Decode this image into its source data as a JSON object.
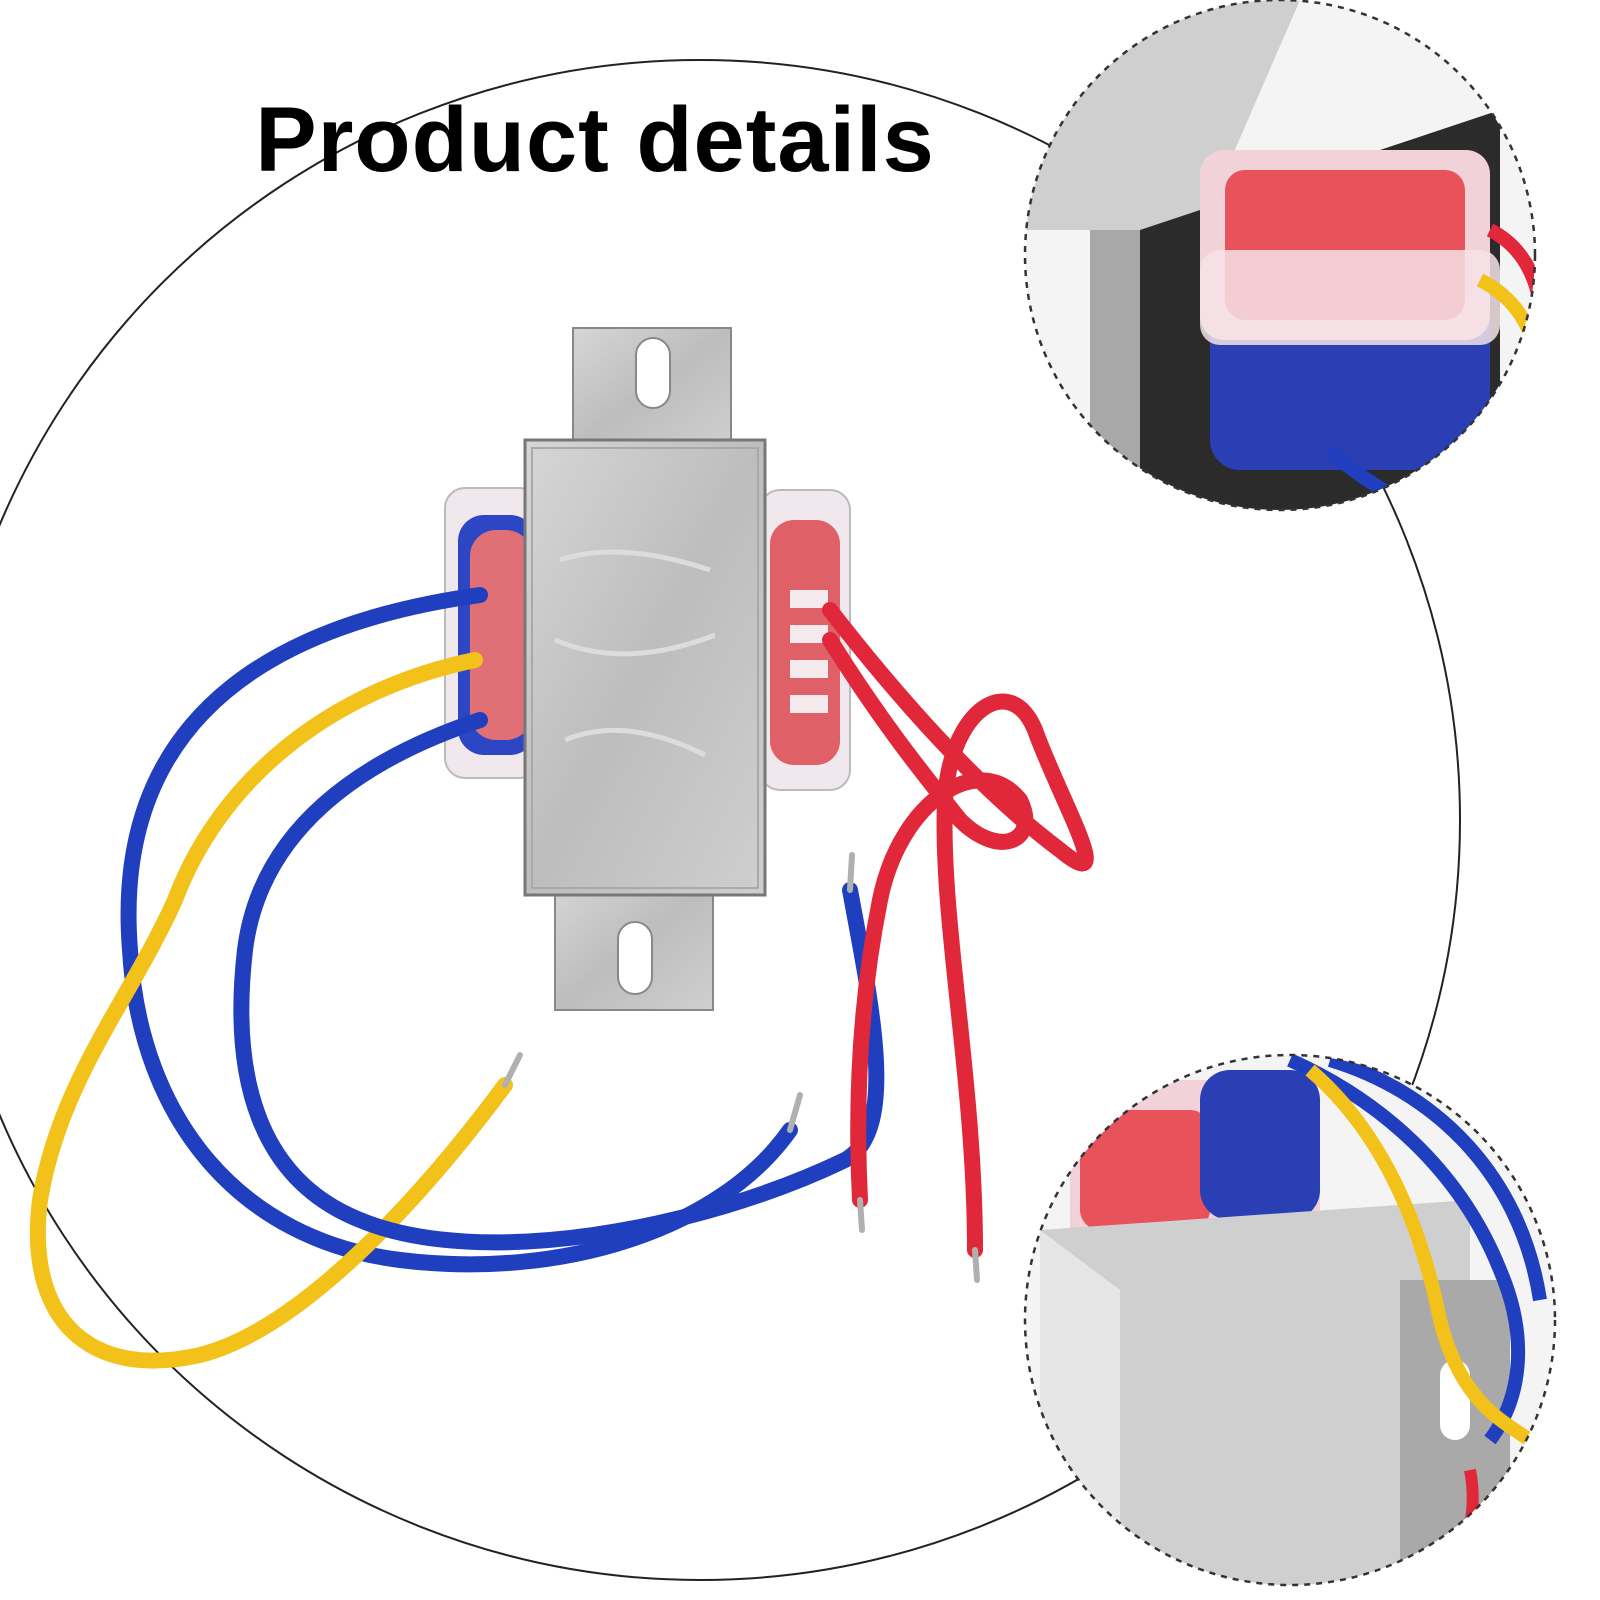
{
  "page": {
    "title": "Product details"
  },
  "colors": {
    "background": "#ffffff",
    "title_text": "#000000",
    "outline": "#222222",
    "wire_blue": "#1f3fbf",
    "wire_yellow": "#f2c21b",
    "wire_red": "#e0283a",
    "steel": "#c9c9c9",
    "coil_red": "#e8525a",
    "coil_blue": "#2a3fb4",
    "bobbin": "#f3e6ea"
  },
  "icons": {
    "main_product": "transformer-image",
    "detail_top": "coil-closeup-image",
    "detail_bottom": "bracket-closeup-image"
  }
}
